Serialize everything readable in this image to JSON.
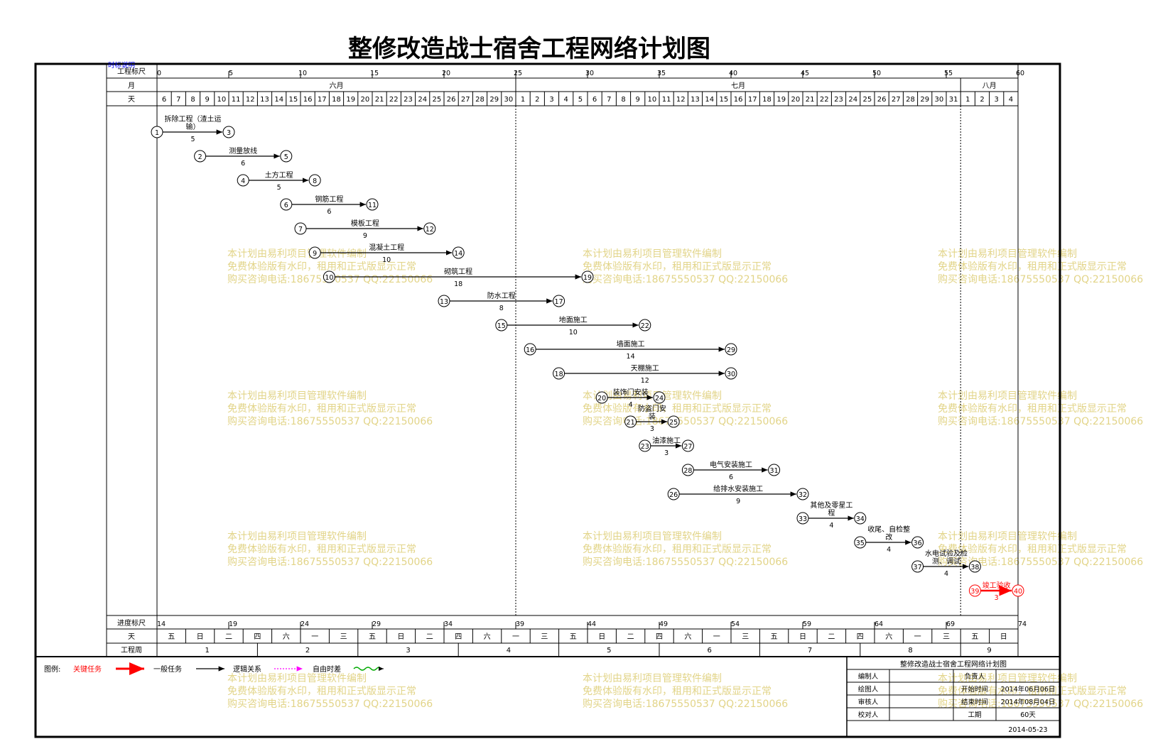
{
  "title": "整修改造战士宿舍工程网络计划图",
  "corner_label": "时标说明",
  "header": {
    "scale_label": "工程标尺",
    "month_label": "月",
    "day_label": "天",
    "scale_ticks": [
      "0",
      "5",
      "10",
      "15",
      "20",
      "25",
      "30",
      "35",
      "40",
      "45",
      "50",
      "55",
      "60"
    ],
    "months": [
      {
        "name": "六月",
        "start": 0,
        "span": 25
      },
      {
        "name": "七月",
        "start": 25,
        "span": 31
      },
      {
        "name": "八月",
        "start": 56,
        "span": 4
      }
    ],
    "days": [
      "6",
      "7",
      "8",
      "9",
      "10",
      "11",
      "12",
      "13",
      "14",
      "15",
      "16",
      "17",
      "18",
      "19",
      "20",
      "21",
      "22",
      "23",
      "24",
      "25",
      "26",
      "27",
      "28",
      "29",
      "30",
      "1",
      "2",
      "3",
      "4",
      "5",
      "6",
      "7",
      "8",
      "9",
      "10",
      "11",
      "12",
      "13",
      "14",
      "15",
      "16",
      "17",
      "18",
      "19",
      "20",
      "21",
      "22",
      "23",
      "24",
      "25",
      "26",
      "27",
      "28",
      "29",
      "30",
      "31",
      "1",
      "2",
      "3",
      "4"
    ]
  },
  "footer": {
    "progress_label": "进度标尺",
    "progress_ticks": [
      "14",
      "19",
      "24",
      "29",
      "34",
      "39",
      "44",
      "49",
      "54",
      "59",
      "64",
      "69",
      "74"
    ],
    "weekday_label": "天",
    "weekdays": [
      "五",
      "日",
      "二",
      "四",
      "六",
      "一",
      "三",
      "五",
      "日",
      "二",
      "四",
      "六",
      "一",
      "三",
      "五",
      "日",
      "二",
      "四",
      "六",
      "一",
      "三",
      "五",
      "日",
      "二",
      "四",
      "六",
      "一",
      "三",
      "五",
      "日"
    ],
    "week_label": "工程周",
    "weeks": [
      {
        "label": "1",
        "start": 0,
        "end": 7
      },
      {
        "label": "2",
        "start": 7,
        "end": 14
      },
      {
        "label": "3",
        "start": 14,
        "end": 21
      },
      {
        "label": "4",
        "start": 21,
        "end": 28
      },
      {
        "label": "5",
        "start": 28,
        "end": 35
      },
      {
        "label": "6",
        "start": 35,
        "end": 42
      },
      {
        "label": "7",
        "start": 42,
        "end": 49
      },
      {
        "label": "8",
        "start": 49,
        "end": 56
      },
      {
        "label": "9",
        "start": 56,
        "end": 60
      }
    ]
  },
  "legend": {
    "label": "图例:",
    "critical": "关键任务",
    "normal": "一般任务",
    "logic": "逻辑关系",
    "float": "自由时差",
    "colors": {
      "critical": "#ff0000",
      "normal": "#000000",
      "logic": "#ff00ff",
      "float": "#00aa00"
    }
  },
  "info_table": {
    "title": "整修改造战士宿舍工程网络计划图",
    "rows": [
      {
        "k1": "编制人",
        "v1": "",
        "k2": "负责人",
        "v2": ""
      },
      {
        "k1": "绘图人",
        "v1": "",
        "k2": "开始时间",
        "v2": "2014年06月06日"
      },
      {
        "k1": "审核人",
        "v1": "",
        "k2": "结束时间",
        "v2": "2014年08月04日"
      },
      {
        "k1": "校对人",
        "v1": "",
        "k2": "工期",
        "v2": "60天"
      }
    ],
    "date": "2014-05-23"
  },
  "watermark": [
    "本计划由易利项目管理软件编制",
    "免费体验版有水印，租用和正式版显示正常",
    "购买咨询电话:18675550537 QQ:22150066"
  ],
  "tasks": [
    {
      "name": "拆除工程（渣土运输）",
      "from": 1,
      "to": 3,
      "start": 0,
      "end": 5,
      "dur": 5,
      "row": 0,
      "critical": false
    },
    {
      "name": "测量放线",
      "from": 2,
      "to": 5,
      "start": 3,
      "end": 9,
      "dur": 6,
      "row": 1,
      "critical": false
    },
    {
      "name": "土方工程",
      "from": 4,
      "to": 8,
      "start": 6,
      "end": 11,
      "dur": 5,
      "row": 2,
      "critical": false
    },
    {
      "name": "钢筋工程",
      "from": 6,
      "to": 11,
      "start": 9,
      "end": 15,
      "dur": 6,
      "row": 3,
      "critical": false
    },
    {
      "name": "模板工程",
      "from": 7,
      "to": 12,
      "start": 10,
      "end": 19,
      "dur": 9,
      "row": 4,
      "critical": false
    },
    {
      "name": "混凝土工程",
      "from": 9,
      "to": 14,
      "start": 11,
      "end": 21,
      "dur": 10,
      "row": 5,
      "critical": false
    },
    {
      "name": "砌筑工程",
      "from": 10,
      "to": 19,
      "start": 12,
      "end": 30,
      "dur": 18,
      "row": 6,
      "critical": false
    },
    {
      "name": "防水工程",
      "from": 13,
      "to": 17,
      "start": 20,
      "end": 28,
      "dur": 8,
      "row": 7,
      "critical": false
    },
    {
      "name": "地面施工",
      "from": 15,
      "to": 22,
      "start": 24,
      "end": 34,
      "dur": 10,
      "row": 8,
      "critical": false
    },
    {
      "name": "墙面施工",
      "from": 16,
      "to": 29,
      "start": 26,
      "end": 40,
      "dur": 14,
      "row": 9,
      "critical": false
    },
    {
      "name": "天棚施工",
      "from": 18,
      "to": 30,
      "start": 28,
      "end": 40,
      "dur": 12,
      "row": 10,
      "critical": false
    },
    {
      "name": "装饰门安装",
      "from": 20,
      "to": 24,
      "start": 31,
      "end": 35,
      "dur": 4,
      "row": 11,
      "critical": false
    },
    {
      "name": "防盗门安装",
      "from": 21,
      "to": 25,
      "start": 33,
      "end": 36,
      "dur": 3,
      "row": 12,
      "critical": false
    },
    {
      "name": "油漆施工",
      "from": 23,
      "to": 27,
      "start": 34,
      "end": 37,
      "dur": 3,
      "row": 13,
      "critical": false
    },
    {
      "name": "电气安装施工",
      "from": 28,
      "to": 31,
      "start": 37,
      "end": 43,
      "dur": 6,
      "row": 14,
      "critical": false
    },
    {
      "name": "给排水安装施工",
      "from": 26,
      "to": 32,
      "start": 36,
      "end": 45,
      "dur": 9,
      "row": 15,
      "critical": false
    },
    {
      "name": "其他及零星工程",
      "from": 33,
      "to": 34,
      "start": 45,
      "end": 49,
      "dur": 4,
      "row": 16,
      "critical": false
    },
    {
      "name": "收尾、自检整改",
      "from": 35,
      "to": 36,
      "start": 49,
      "end": 53,
      "dur": 4,
      "row": 17,
      "critical": false
    },
    {
      "name": "水电试验及检测、调试",
      "from": 37,
      "to": 38,
      "start": 53,
      "end": 57,
      "dur": 4,
      "row": 18,
      "critical": false
    },
    {
      "name": "竣工验收",
      "from": 39,
      "to": 40,
      "start": 57,
      "end": 60,
      "dur": 3,
      "row": 19,
      "critical": true
    }
  ]
}
